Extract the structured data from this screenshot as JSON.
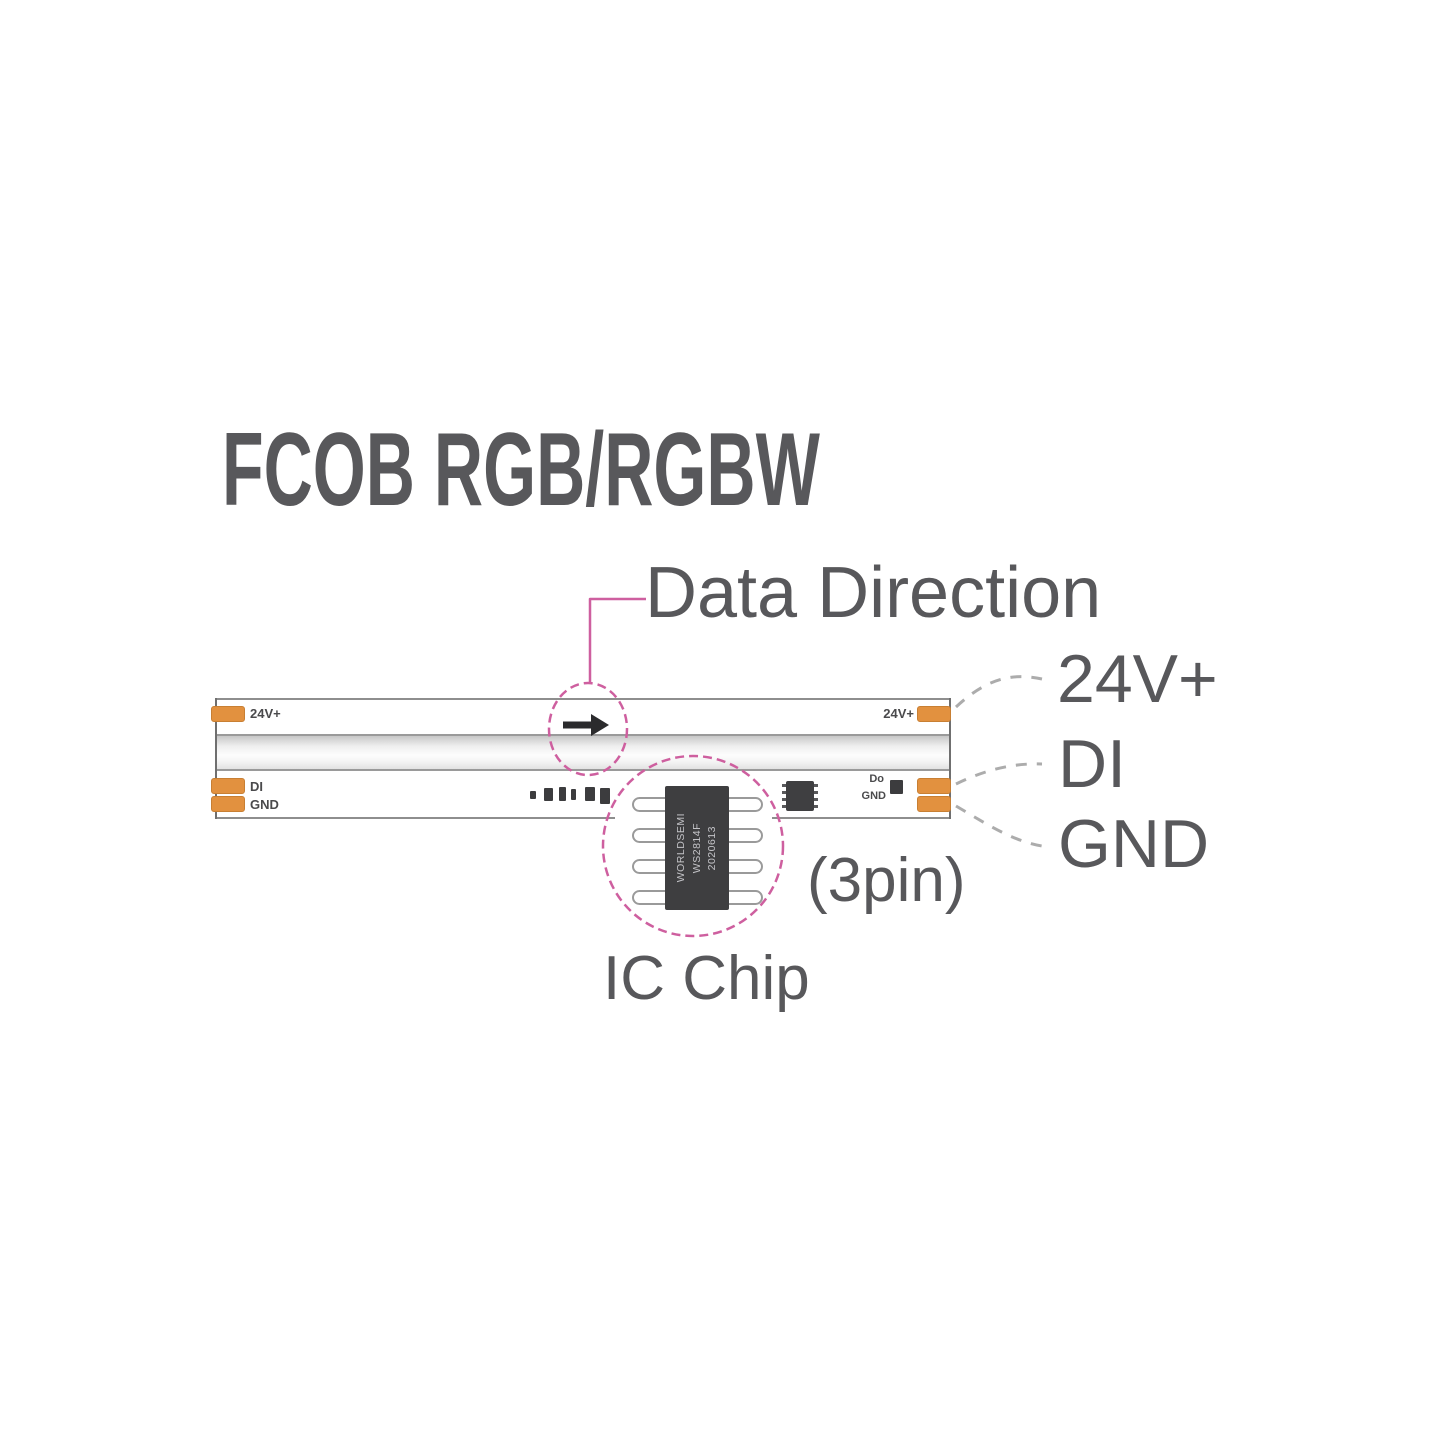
{
  "title": "FCOB RGB/RGBW",
  "callouts": {
    "data_direction": "Data Direction",
    "pin_count": "(3pin)",
    "ic_chip": "IC Chip"
  },
  "pinout_labels": {
    "power": "24V+",
    "data": "DI",
    "ground": "GND"
  },
  "strip": {
    "left_pads": [
      {
        "label": "24V+"
      },
      {
        "label": "DI"
      },
      {
        "label": "GND"
      }
    ],
    "right_pads": [
      {
        "label": "24V+"
      },
      {
        "label": "Do"
      },
      {
        "label": "GND"
      }
    ]
  },
  "ic_chip": {
    "marking_lines": [
      "WORLDSEMI",
      "WS2814F",
      "2020613"
    ]
  },
  "colors": {
    "accent_pink": "#CE5F9F",
    "pad_orange": "#E2913F",
    "text_gray": "#58585B",
    "dash_gray": "#ACACAC"
  }
}
